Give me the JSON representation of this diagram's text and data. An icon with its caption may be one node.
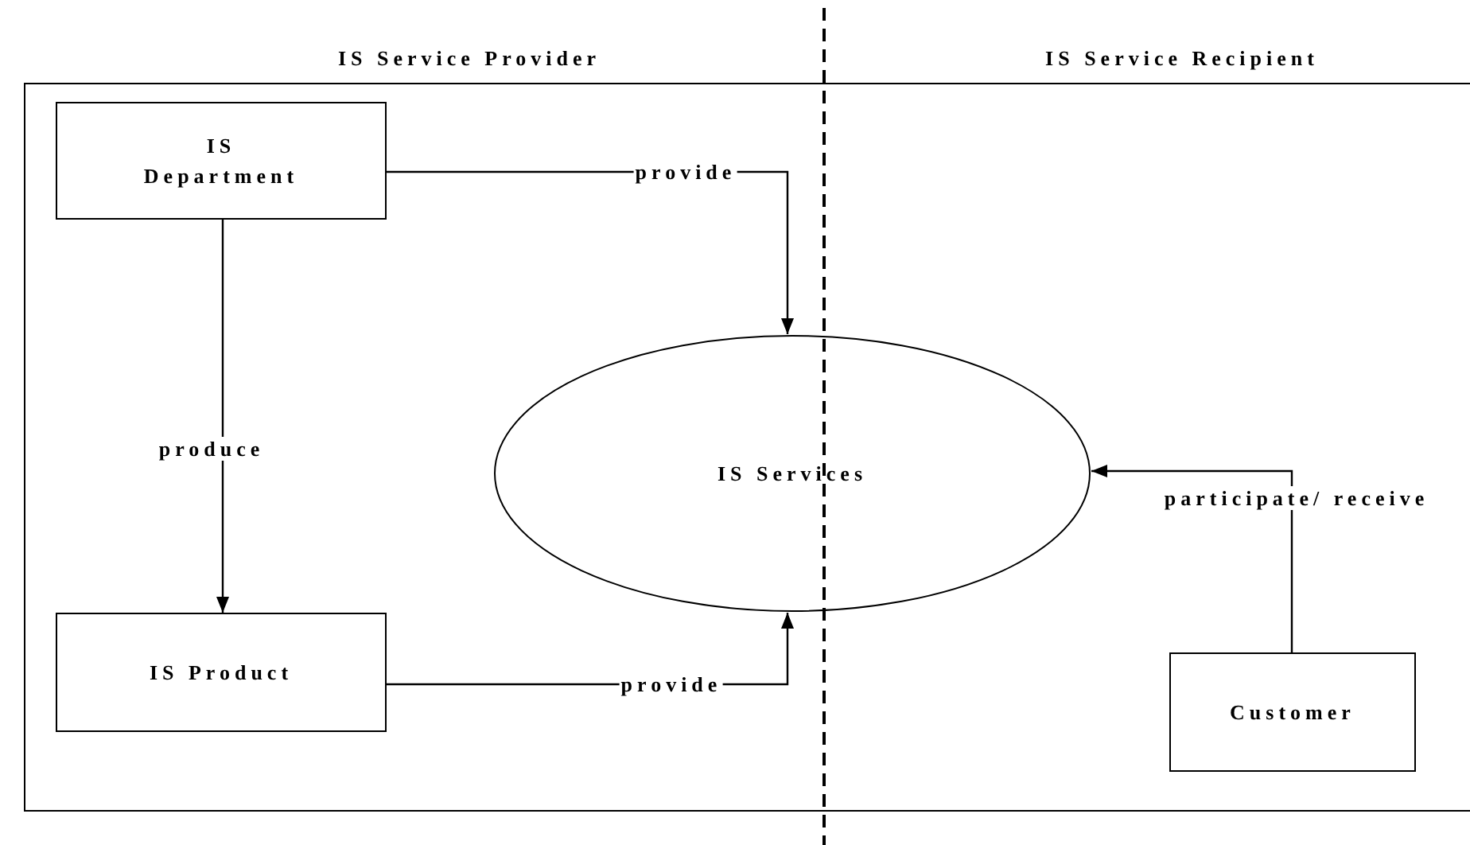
{
  "diagram": {
    "nodes": [
      {
        "text": [
          "IS Department"
        ]
      },
      {
        "text": [
          "IS Product"
        ]
      },
      {
        "text": [
          "IS Services"
        ]
      },
      {
        "text": [
          "Customer"
        ]
      }
    ],
    "edges": [
      {
        "from": 0,
        "to": 2,
        "arrow": "to",
        "label": "provide"
      },
      {
        "from": 0,
        "to": 1,
        "arrow": "to",
        "label": "produce"
      },
      {
        "from": 1,
        "to": 2,
        "arrow": "to",
        "label": "provide"
      },
      {
        "from": 3,
        "to": 2,
        "arrow": "to",
        "label": "participate/ receive"
      }
    ],
    "labels": [
      "IS Service Provider",
      "IS Service Recipient"
    ]
  }
}
